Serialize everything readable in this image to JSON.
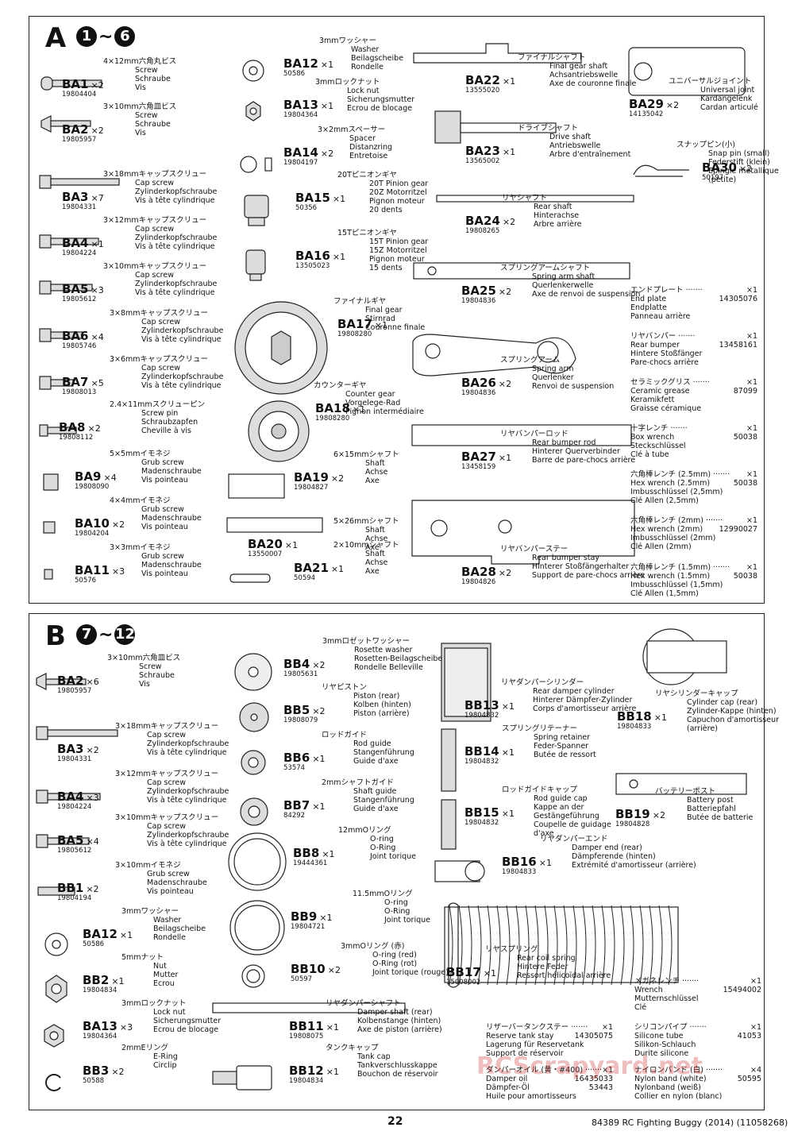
{
  "sections": {
    "A": {
      "letter": "A",
      "step_from": "1",
      "step_to": "6",
      "tilde": "~"
    },
    "B": {
      "letter": "B",
      "step_from": "7",
      "step_to": "12",
      "tilde": "~"
    }
  },
  "partsA": [
    {
      "code": "BA1",
      "qty": "×2",
      "pn": "19804404",
      "names": [
        "4×12mm六角丸ビス",
        "Screw",
        "Schraube",
        "Vis"
      ]
    },
    {
      "code": "BA2",
      "qty": "×2",
      "pn": "19805957",
      "names": [
        "3×10mm六角皿ビス",
        "Screw",
        "Schraube",
        "Vis"
      ]
    },
    {
      "code": "BA3",
      "qty": "×7",
      "pn": "19804331",
      "names": [
        "3×18mmキャップスクリュー",
        "Cap screw",
        "Zylinderkopfschraube",
        "Vis à tête cylindrique"
      ]
    },
    {
      "code": "BA4",
      "qty": "×1",
      "pn": "19804224",
      "names": [
        "3×12mmキャップスクリュー",
        "Cap screw",
        "Zylinderkopfschraube",
        "Vis à tête cylindrique"
      ]
    },
    {
      "code": "BA5",
      "qty": "×3",
      "pn": "19805612",
      "names": [
        "3×10mmキャップスクリュー",
        "Cap screw",
        "Zylinderkopfschraube",
        "Vis à tête cylindrique"
      ]
    },
    {
      "code": "BA6",
      "qty": "×4",
      "pn": "19805746",
      "names": [
        "3×8mmキャップスクリュー",
        "Cap screw",
        "Zylinderkopfschraube",
        "Vis à tête cylindrique"
      ]
    },
    {
      "code": "BA7",
      "qty": "×5",
      "pn": "19808013",
      "names": [
        "3×6mmキャップスクリュー",
        "Cap screw",
        "Zylinderkopfschraube",
        "Vis à tête cylindrique"
      ]
    },
    {
      "code": "BA8",
      "qty": "×2",
      "pn": "19808112",
      "names": [
        "2.4×11mmスクリューピン",
        "Screw pin",
        "Schraubzapfen",
        "Cheville à vis"
      ]
    },
    {
      "code": "BA9",
      "qty": "×4",
      "pn": "19808090",
      "names": [
        "5×5mmイモネジ",
        "Grub screw",
        "Madenschraube",
        "Vis pointeau"
      ]
    },
    {
      "code": "BA10",
      "qty": "×2",
      "pn": "19804204",
      "names": [
        "4×4mmイモネジ",
        "Grub screw",
        "Madenschraube",
        "Vis pointeau"
      ]
    },
    {
      "code": "BA11",
      "qty": "×3",
      "pn": "50576",
      "names": [
        "3×3mmイモネジ",
        "Grub screw",
        "Madenschraube",
        "Vis pointeau"
      ]
    },
    {
      "code": "BA12",
      "qty": "×1",
      "pn": "50586",
      "names": [
        "3mmワッシャー",
        "Washer",
        "Beilagscheibe",
        "Rondelle"
      ]
    },
    {
      "code": "BA13",
      "qty": "×1",
      "pn": "19804364",
      "names": [
        "3mmロックナット",
        "Lock nut",
        "Sicherungsmutter",
        "Ecrou de blocage"
      ]
    },
    {
      "code": "BA14",
      "qty": "×2",
      "pn": "19804197",
      "names": [
        "3×2mmスペーサー",
        "Spacer",
        "Distanzring",
        "Entretoise"
      ]
    },
    {
      "code": "BA15",
      "qty": "×1",
      "pn": "50356",
      "names": [
        "20Tピニオンギヤ",
        "20T Pinion gear",
        "20Z Motorritzel",
        "Pignon moteur",
        "20 dents"
      ]
    },
    {
      "code": "BA16",
      "qty": "×1",
      "pn": "13505023",
      "names": [
        "15Tピニオンギヤ",
        "15T Pinion gear",
        "15Z Motorritzel",
        "Pignon moteur",
        "15 dents"
      ]
    },
    {
      "code": "BA17",
      "qty": "×1",
      "pn": "19808280",
      "names": [
        "ファイナルギヤ",
        "Final gear",
        "Stirnrad",
        "Couronne finale"
      ]
    },
    {
      "code": "BA18",
      "qty": "×1",
      "pn": "19808280",
      "names": [
        "カウンターギヤ",
        "Counter gear",
        "Vorgelege-Rad",
        "Pignon intermédiaire"
      ]
    },
    {
      "code": "BA19",
      "qty": "×2",
      "pn": "19804827",
      "names": [
        "6×15mmシャフト",
        "Shaft",
        "Achse",
        "Axe"
      ]
    },
    {
      "code": "BA20",
      "qty": "×1",
      "pn": "13550007",
      "names": [
        "5×26mmシャフト",
        "Shaft",
        "Achse",
        "Axe"
      ]
    },
    {
      "code": "BA21",
      "qty": "×1",
      "pn": "50594",
      "names": [
        "2×10mmシャフト",
        "Shaft",
        "Achse",
        "Axe"
      ]
    },
    {
      "code": "BA22",
      "qty": "×1",
      "pn": "13555020",
      "names": [
        "ファイナルシャフト",
        "Final gear shaft",
        "Achsantriebswelle",
        "Axe de couronne finale"
      ]
    },
    {
      "code": "BA23",
      "qty": "×1",
      "pn": "13565002",
      "names": [
        "ドライブシャフト",
        "Drive shaft",
        "Antriebswelle",
        "Arbre d'entraînement"
      ]
    },
    {
      "code": "BA24",
      "qty": "×2",
      "pn": "19808265",
      "names": [
        "リヤシャフト",
        "Rear shaft",
        "Hinterachse",
        "Arbre arrière"
      ]
    },
    {
      "code": "BA25",
      "qty": "×2",
      "pn": "19804836",
      "names": [
        "スプリングアームシャフト",
        "Spring arm shaft",
        "Querlenkerwelle",
        "Axe de renvoi de suspension"
      ]
    },
    {
      "code": "BA26",
      "qty": "×2",
      "pn": "19804836",
      "names": [
        "スプリングアーム",
        "Spring arm",
        "Querlenker",
        "Renvoi de suspension"
      ]
    },
    {
      "code": "BA27",
      "qty": "×1",
      "pn": "13458159",
      "names": [
        "リヤバンパーロッド",
        "Rear bumper rod",
        "Hinterer Querverbinder",
        "Barre de pare-chocs arrière"
      ]
    },
    {
      "code": "BA28",
      "qty": "×2",
      "pn": "19804826",
      "names": [
        "リヤバンパーステー",
        "Rear bumper stay",
        "Hinterer Stoßfängerhalter",
        "Support de pare-chocs arrière"
      ]
    },
    {
      "code": "BA29",
      "qty": "×2",
      "pn": "14135042",
      "names": [
        "ユニバーサルジョイント",
        "Universal joint",
        "Kardangelenk",
        "Cardan articulé"
      ]
    },
    {
      "code": "BA30",
      "qty": "×2",
      "pn": "50197",
      "names": [
        "スナップピン(小)",
        "Snap pin (small)",
        "Federstift (klein)",
        "Epingle métallique",
        "(petite)"
      ]
    }
  ],
  "toolsA": [
    {
      "jp": "エンドプレート",
      "qty": "×1",
      "pn": "14305076",
      "names": [
        "End plate",
        "Endplatte",
        "Panneau arrière"
      ]
    },
    {
      "jp": "リヤバンパー",
      "qty": "×1",
      "pn": "13458161",
      "names": [
        "Rear bumper",
        "Hintere Stoßfänger",
        "Pare-chocs arrière"
      ]
    },
    {
      "jp": "セラミックグリス",
      "qty": "×1",
      "pn": "87099",
      "names": [
        "Ceramic grease",
        "Keramikfett",
        "Graisse céramique"
      ]
    },
    {
      "jp": "十字レンチ",
      "qty": "×1",
      "pn": "50038",
      "names": [
        "Box wrench",
        "Steckschlüssel",
        "Clé à tube"
      ]
    },
    {
      "jp": "六角棒レンチ (2.5mm)",
      "qty": "×1",
      "pn": "50038",
      "names": [
        "Hex wrench (2.5mm)",
        "Imbusschlüssel (2,5mm)",
        "Clé Allen (2,5mm)"
      ]
    },
    {
      "jp": "六角棒レンチ (2mm)",
      "qty": "×1",
      "pn": "12990027",
      "names": [
        "Hex wrench (2mm)",
        "Imbusschlüssel (2mm)",
        "Clé Allen (2mm)"
      ]
    },
    {
      "jp": "六角棒レンチ (1.5mm)",
      "qty": "×1",
      "pn": "50038",
      "names": [
        "Hex wrench (1.5mm)",
        "Imbusschlüssel (1,5mm)",
        "Clé Allen (1,5mm)"
      ]
    }
  ],
  "partsB": [
    {
      "code": "BA2",
      "qty": "×6",
      "pn": "19805957",
      "names": [
        "3×10mm六角皿ビス",
        "Screw",
        "Schraube",
        "Vis"
      ]
    },
    {
      "code": "BA3",
      "qty": "×2",
      "pn": "19804331",
      "names": [
        "3×18mmキャップスクリュー",
        "Cap screw",
        "Zylinderkopfschraube",
        "Vis à tête cylindrique"
      ]
    },
    {
      "code": "BA4",
      "qty": "×3",
      "pn": "19804224",
      "names": [
        "3×12mmキャップスクリュー",
        "Cap screw",
        "Zylinderkopfschraube",
        "Vis à tête cylindrique"
      ]
    },
    {
      "code": "BA5",
      "qty": "×4",
      "pn": "19805612",
      "names": [
        "3×10mmキャップスクリュー",
        "Cap screw",
        "Zylinderkopfschraube",
        "Vis à tête cylindrique"
      ]
    },
    {
      "code": "BB1",
      "qty": "×2",
      "pn": "19804194",
      "names": [
        "3×10mmイモネジ",
        "Grub screw",
        "Madenschraube",
        "Vis pointeau"
      ]
    },
    {
      "code": "BA12",
      "qty": "×1",
      "pn": "50586",
      "names": [
        "3mmワッシャー",
        "Washer",
        "Beilagscheibe",
        "Rondelle"
      ]
    },
    {
      "code": "BB2",
      "qty": "×1",
      "pn": "19804834",
      "names": [
        "5mmナット",
        "Nut",
        "Mutter",
        "Ecrou"
      ]
    },
    {
      "code": "BA13",
      "qty": "×3",
      "pn": "19804364",
      "names": [
        "3mmロックナット",
        "Lock nut",
        "Sicherungsmutter",
        "Ecrou de blocage"
      ]
    },
    {
      "code": "BB3",
      "qty": "×2",
      "pn": "50588",
      "names": [
        "2mmEリング",
        "E-Ring",
        "Circlip"
      ]
    },
    {
      "code": "BB4",
      "qty": "×2",
      "pn": "19805631",
      "names": [
        "3mmロゼットワッシャー",
        "Rosette washer",
        "Rosetten-Beilagscheibe",
        "Rondelle Belleville"
      ]
    },
    {
      "code": "BB5",
      "qty": "×2",
      "pn": "19808079",
      "names": [
        "リヤピストン",
        "Piston (rear)",
        "Kolben (hinten)",
        "Piston (arrière)"
      ]
    },
    {
      "code": "BB6",
      "qty": "×1",
      "pn": "53574",
      "names": [
        "ロッドガイド",
        "Rod guide",
        "Stangenführung",
        "Guide d'axe"
      ]
    },
    {
      "code": "BB7",
      "qty": "×1",
      "pn": "84292",
      "names": [
        "2mmシャフトガイド",
        "Shaft guide",
        "Stangenführung",
        "Guide d'axe"
      ]
    },
    {
      "code": "BB8",
      "qty": "×1",
      "pn": "19444361",
      "names": [
        "12mmOリング",
        "O-ring",
        "O-Ring",
        "Joint torique"
      ]
    },
    {
      "code": "BB9",
      "qty": "×1",
      "pn": "19804721",
      "names": [
        "11.5mmOリング",
        "O-ring",
        "O-Ring",
        "Joint torique"
      ]
    },
    {
      "code": "BB10",
      "qty": "×2",
      "pn": "50597",
      "names": [
        "3mmOリング (赤)",
        "O-ring (red)",
        "O-Ring (rot)",
        "Joint torique (rouge)"
      ]
    },
    {
      "code": "BB11",
      "qty": "×1",
      "pn": "19808075",
      "names": [
        "リヤダンパーシャフト",
        "Damper shaft  (rear)",
        "Kolbenstange (hinten)",
        "Axe de piston (arrière)"
      ]
    },
    {
      "code": "BB12",
      "qty": "×1",
      "pn": "19804834",
      "names": [
        "タンクキャップ",
        "Tank cap",
        "Tankverschlusskappe",
        "Bouchon de réservoir"
      ]
    },
    {
      "code": "BB13",
      "qty": "×1",
      "pn": "19804832",
      "names": [
        "リヤダンパーシリンダー",
        "Rear damper cylinder",
        "Hinterer Dämpfer-Zylinder",
        "Corps d'amortisseur arrière"
      ]
    },
    {
      "code": "BB14",
      "qty": "×1",
      "pn": "19804832",
      "names": [
        "スプリングリテーナー",
        "Spring retainer",
        "Feder-Spanner",
        "Butée de ressort"
      ]
    },
    {
      "code": "BB15",
      "qty": "×1",
      "pn": "19804832",
      "names": [
        "ロッドガイドキャップ",
        "Rod guide cap",
        "Kappe an der",
        "Gestängeführung",
        "Coupelle de guidage",
        "d'axe"
      ]
    },
    {
      "code": "BB16",
      "qty": "×1",
      "pn": "19804833",
      "names": [
        "リヤダンパーエンド",
        "Damper end (rear)",
        "Dämpferende (hinten)",
        "Extrémité d'amortisseur (arrière)"
      ]
    },
    {
      "code": "BB17",
      "qty": "×1",
      "pn": "15008002",
      "names": [
        "リヤスプリング",
        "Rear coil spring",
        "Hintere Feder",
        "Ressort hélicoïdal arrière"
      ]
    },
    {
      "code": "BB18",
      "qty": "×1",
      "pn": "19804833",
      "names": [
        "リヤシリンダーキャップ",
        "Cylinder cap (rear)",
        "Zylinder-Kappe (hinten)",
        "Capuchon d'amortisseur",
        "(arrière)"
      ]
    },
    {
      "code": "BB19",
      "qty": "×2",
      "pn": "19804828",
      "names": [
        "バッテリーポスト",
        "Battery post",
        "Batteriepfahl",
        "Butée de batterie"
      ]
    }
  ],
  "toolsB": [
    {
      "jp": "リザーバータンクステー",
      "qty": "×1",
      "pn": "14305075",
      "names": [
        "Reserve tank stay",
        "Lagerung für Reservetank",
        "Support de réservoir"
      ]
    },
    {
      "jp": "ダンパーオイル (黄・#400)",
      "qty": "×1",
      "pn": "16435033",
      "names": [
        "Damper oil",
        "Dämpfer-Öl",
        "Huile pour amortisseurs"
      ],
      "pn2": "53443"
    },
    {
      "jp": "メガネレンチ",
      "qty": "×1",
      "pn": "15494002",
      "names": [
        "Wrench",
        "Mutternschlüssel",
        "Clé"
      ]
    },
    {
      "jp": "シリコンパイプ",
      "qty": "×1",
      "pn": "41053",
      "names": [
        "Silicone tube",
        "Silikon-Schlauch",
        "Durite silicone"
      ]
    },
    {
      "jp": "ナイロンバンド (白)",
      "qty": "×4",
      "pn": "50595",
      "names": [
        "Nylon band (white)",
        "Nylonband (weiß)",
        "Collier en nylon (blanc)"
      ]
    }
  ],
  "footer": {
    "page": "22",
    "title": "84389 RC Fighting Buggy (2014) (11058268)"
  },
  "watermark": "RCScrapyard.net"
}
